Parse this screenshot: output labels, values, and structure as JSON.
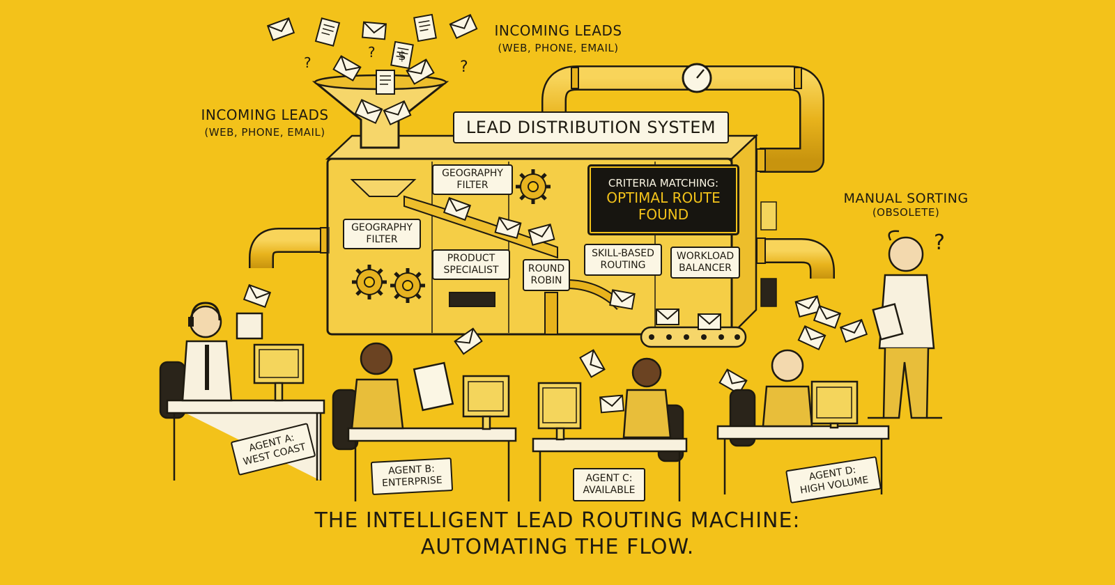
{
  "diagram": {
    "title": "LEAD DISTRIBUTION SYSTEM",
    "incoming_top": {
      "line1": "INCOMING LEADS",
      "line2": "(WEB, PHONE, EMAIL)"
    },
    "incoming_left": {
      "line1": "INCOMING LEADS",
      "line2": "(WEB, PHONE, EMAIL)"
    },
    "screen": {
      "line1": "CRITERIA MATCHING:",
      "line2": "OPTIMAL ROUTE",
      "line3": "FOUND"
    },
    "filters": {
      "geo_top": {
        "line1": "GEOGRAPHY",
        "line2": "FILTER"
      },
      "geo_left": {
        "line1": "GEOGRAPHY",
        "line2": "FILTER"
      },
      "product": {
        "line1": "PRODUCT",
        "line2": "SPECIALIST"
      },
      "round": {
        "line1": "ROUND",
        "line2": "ROBIN"
      },
      "skill": {
        "line1": "SKILL-BASED",
        "line2": "ROUTING"
      },
      "workload": {
        "line1": "WORKLOAD",
        "line2": "BALANCER"
      }
    },
    "manual": {
      "line1": "MANUAL SORTING",
      "line2": "(OBSOLETE)"
    },
    "agents": [
      {
        "line1": "AGENT A:",
        "line2": "WEST COAST"
      },
      {
        "line1": "AGENT B:",
        "line2": "ENTERPRISE"
      },
      {
        "line1": "AGENT C:",
        "line2": "AVAILABLE"
      },
      {
        "line1": "AGENT D:",
        "line2": "HIGH VOLUME"
      }
    ],
    "caption": {
      "line1": "THE INTELLIGENT LEAD ROUTING MACHINE:",
      "line2": "AUTOMATING THE FLOW."
    }
  },
  "colors": {
    "background": "#F3C21A",
    "ink": "#1E1A10",
    "paper": "#FBF6E4",
    "screen": "#171510",
    "screen_text": "#F2C21A"
  },
  "icons": [
    "envelope-icon",
    "globe-document-icon",
    "dollar-document-icon",
    "question-mark-icon",
    "gear-icon",
    "pressure-gauge-icon",
    "funnel-icon",
    "conveyor-belt-icon",
    "desktop-monitor-icon",
    "headset-icon"
  ]
}
